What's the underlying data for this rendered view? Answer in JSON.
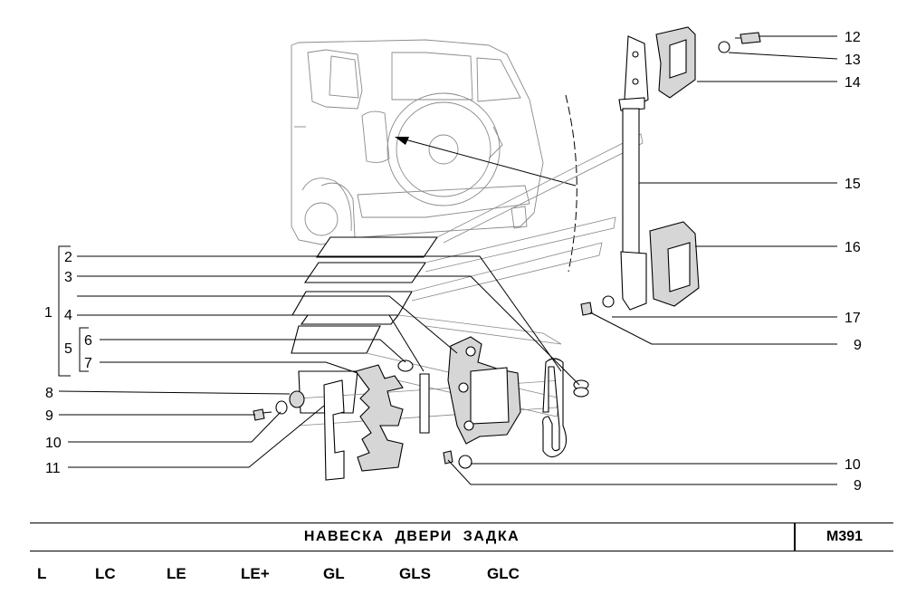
{
  "diagram": {
    "callouts": {
      "c1": "1",
      "c2": "2",
      "c3": "3",
      "c4": "4",
      "c5": "5",
      "c6": "6",
      "c7": "7",
      "c8": "8",
      "c9a": "9",
      "c10a": "10",
      "c11": "11",
      "c12": "12",
      "c13": "13",
      "c14": "14",
      "c15": "15",
      "c16": "16",
      "c17": "17",
      "c9b": "9",
      "c10b": "10",
      "c9c": "9"
    }
  },
  "title_block": {
    "title": "НАВЕСКА ДВЕРИ ЗАДКА",
    "code": "M391"
  },
  "variants": [
    "L",
    "LC",
    "LE",
    "LE+",
    "GL",
    "GLS",
    "GLC"
  ]
}
